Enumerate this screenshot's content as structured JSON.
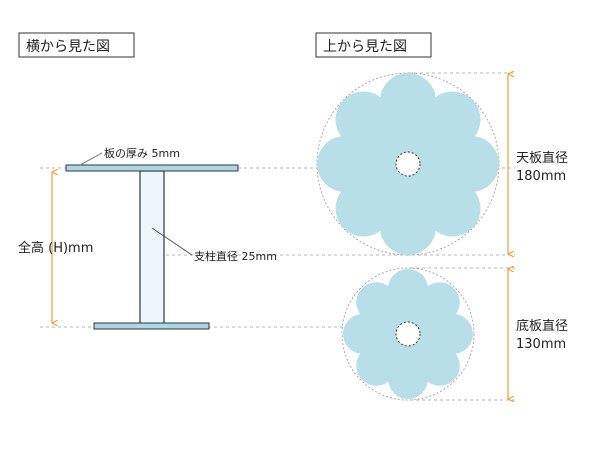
{
  "side_view": {
    "title": "横から見た図",
    "board_thickness_label": "板の厚み 5mm",
    "pillar_label": "支柱直径 25mm",
    "height_label": "全高 (H)mm"
  },
  "top_view": {
    "title": "上から見た図",
    "top_board_label_line1": "天板直径",
    "top_board_label_line2": "180mm",
    "bottom_board_label_line1": "底板直径",
    "bottom_board_label_line2": "130mm"
  },
  "colors": {
    "board_fill": "#a9d8e4",
    "flower_fill": "#b8dfe8",
    "pillar_fill": "#eaf6f9",
    "dimension_line": "#f0a033",
    "guide_line": "#b5b5b5",
    "outline": "#333333"
  },
  "icons": {
    "dimension_arrow": "arrow-head-icon"
  }
}
